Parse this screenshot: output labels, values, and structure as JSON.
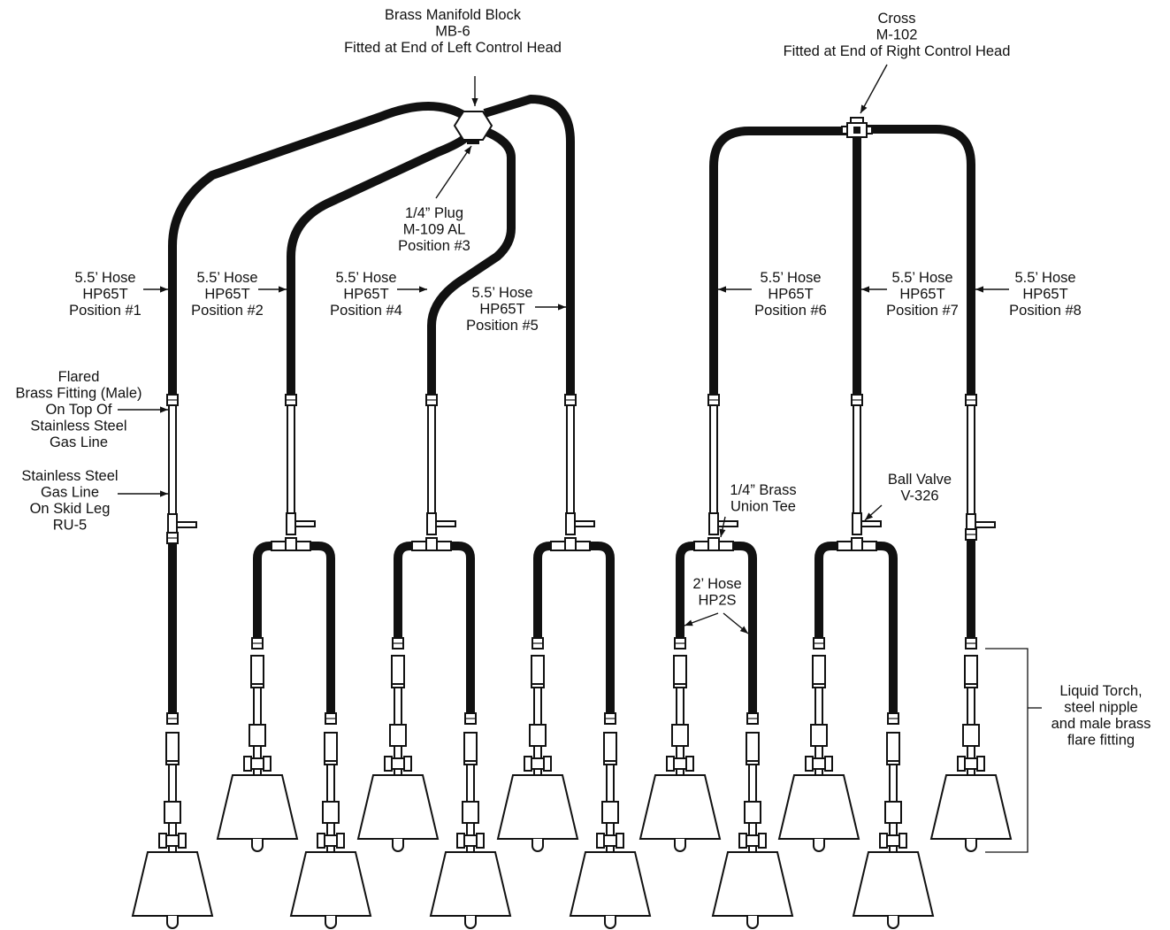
{
  "labels": {
    "manifold_block": [
      "Brass Manifold Block",
      "MB-6",
      "Fitted at End of Left Control Head"
    ],
    "cross": [
      "Cross",
      "M-102",
      "Fitted at End of Right Control Head"
    ],
    "plug": [
      "1/4” Plug",
      "M-109 AL",
      "Position #3"
    ],
    "hose_pos1": [
      "5.5’ Hose",
      "HP65T",
      "Position #1"
    ],
    "hose_pos2": [
      "5.5’ Hose",
      "HP65T",
      "Position #2"
    ],
    "hose_pos4": [
      "5.5’ Hose",
      "HP65T",
      "Position #4"
    ],
    "hose_pos5": [
      "5.5’ Hose",
      "HP65T",
      "Position #5"
    ],
    "hose_pos6": [
      "5.5’ Hose",
      "HP65T",
      "Position #6"
    ],
    "hose_pos7": [
      "5.5’ Hose",
      "HP65T",
      "Position #7"
    ],
    "hose_pos8": [
      "5.5’ Hose",
      "HP65T",
      "Position #8"
    ],
    "flared_fitting": [
      "Flared",
      "Brass Fitting (Male)",
      "On Top Of",
      "Stainless Steel",
      "Gas Line"
    ],
    "ss_gas_line": [
      "Stainless Steel",
      "Gas Line",
      "On Skid Leg",
      "RU-5"
    ],
    "union_tee": [
      "1/4” Brass",
      "Union Tee"
    ],
    "ball_valve": [
      "Ball Valve",
      "V-326"
    ],
    "short_hose": [
      "2’ Hose",
      "HP2S"
    ],
    "liquid_torch": [
      "Liquid Torch,",
      "steel nipple",
      "and male brass",
      "flare fitting"
    ]
  }
}
